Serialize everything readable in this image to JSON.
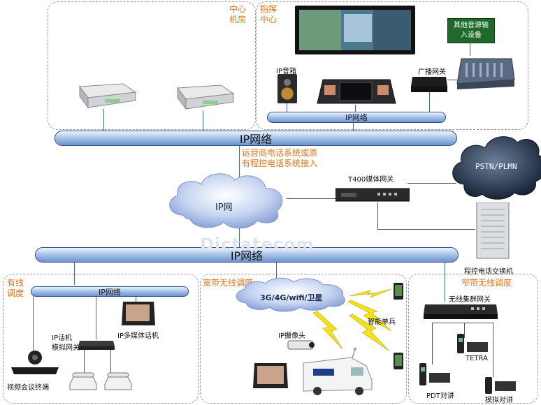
{
  "zones": {
    "center_room": "中心\n机房",
    "command_center": "指挥\n中心",
    "wired": "有线\n调度",
    "broadband": "宽带无线调度",
    "narrowband": "窄带无线调度"
  },
  "networks": {
    "ip_main_top": "IP网络",
    "ip_cmd": "IP网络",
    "ip_main_bottom": "IP网络",
    "ip_wired": "IP网络",
    "ip_cloud": "IP网",
    "pstn_cloud": "PSTN/PLMN",
    "wireless_cloud": "3G/4G/wifi/卫星"
  },
  "labels": {
    "operator_access": "运营商电话系统或原\n有程控电话系统接入",
    "ip_speaker": "IP音箱",
    "broadcast_gateway": "广播网关",
    "other_audio": "其他音源输\n入设备",
    "t400": "T400媒体网关",
    "pbx": "程控电话交换机",
    "ip_phone_gateway": "IP话机\n模拟网关",
    "ip_multimedia_phone": "IP多媒体话机",
    "video_terminal": "视频会议终端",
    "ip_camera": "IP摄像头",
    "smart_soldier": "智能单兵",
    "trunk_gateway": "无线集群网关",
    "tetra": "TETRA",
    "pdt": "PDT对讲",
    "analog_radio": "模拟对讲"
  },
  "watermark": "Dictatecom"
}
